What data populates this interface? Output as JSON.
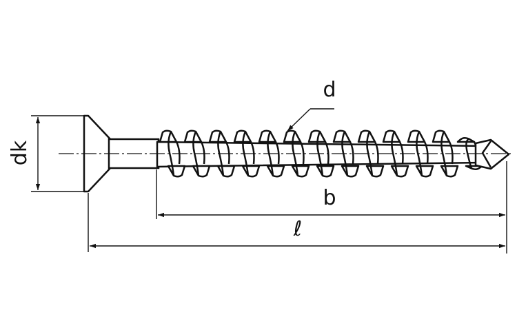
{
  "diagram": {
    "labels": {
      "head_diameter": "dk",
      "thread_diameter": "d",
      "thread_length": "b",
      "total_length": "ℓ"
    }
  }
}
